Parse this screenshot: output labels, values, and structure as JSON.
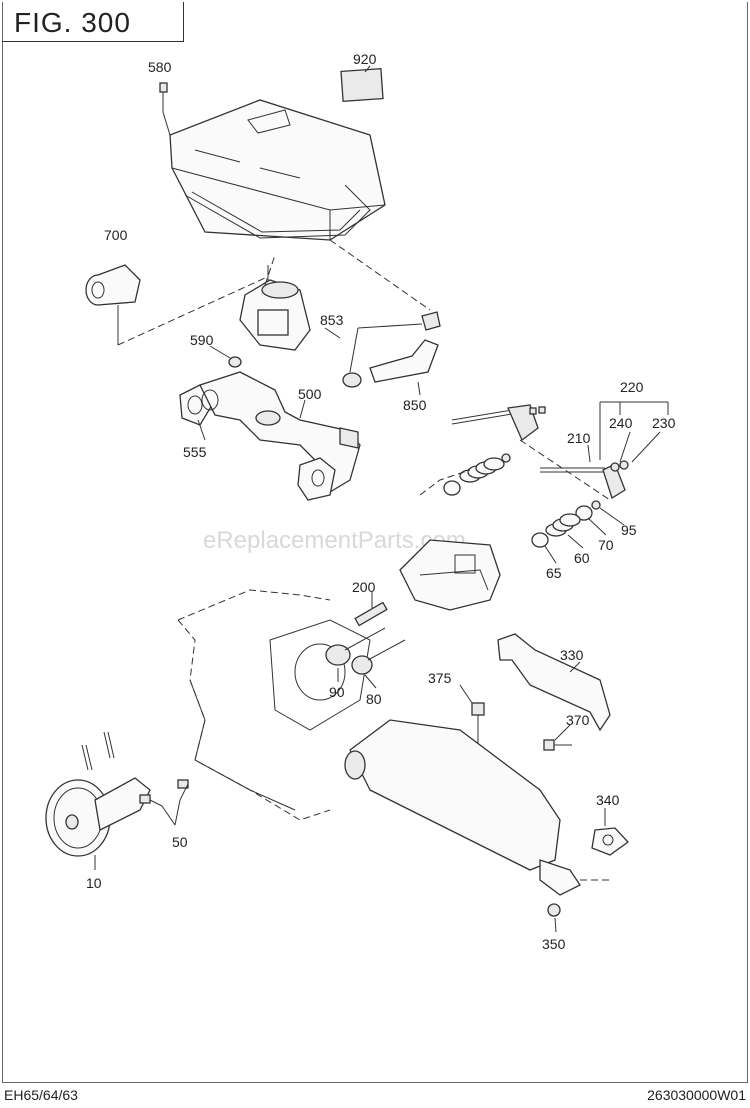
{
  "figure": {
    "title": "FIG. 300"
  },
  "watermark": "eReplacementParts.com",
  "footer": {
    "model": "EH65/64/63",
    "code": "263030000W01"
  },
  "callouts": [
    "920",
    "580",
    "700",
    "853",
    "590",
    "500",
    "555",
    "850",
    "220",
    "210",
    "240",
    "230",
    "95",
    "70",
    "60",
    "65",
    "200",
    "330",
    "375",
    "90",
    "80",
    "370",
    "340",
    "10",
    "50",
    "350"
  ]
}
